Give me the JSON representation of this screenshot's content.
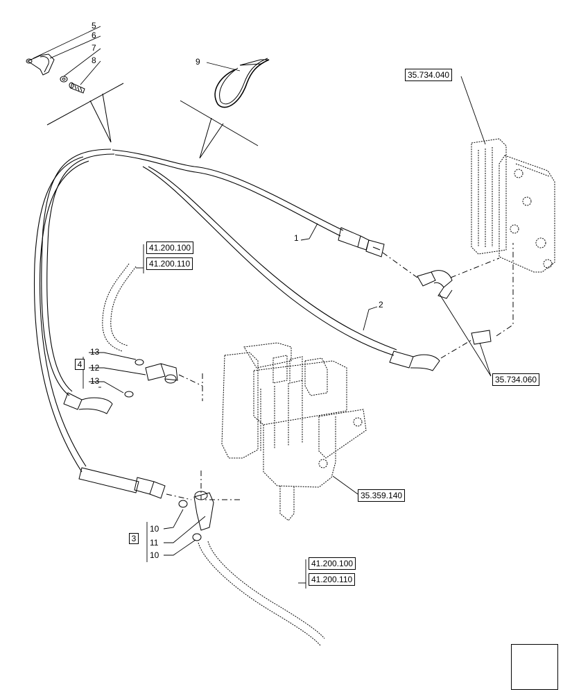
{
  "callouts": {
    "c5": "5",
    "c6": "6",
    "c7": "7",
    "c8": "8",
    "c9": "9",
    "c1": "1",
    "c2": "2",
    "c13a": "13",
    "c12": "12",
    "c13b": "13",
    "c10a": "10",
    "c11": "11",
    "c10b": "10"
  },
  "groups": {
    "g4": "4",
    "g3": "3"
  },
  "refs": {
    "r_35_734_040": "35.734.040",
    "r_41_200_100_top": "41.200.100",
    "r_41_200_110_top": "41.200.110",
    "r_35_734_060": "35.734.060",
    "r_35_359_140": "35.359.140",
    "r_41_200_100_bot": "41.200.100",
    "r_41_200_110_bot": "41.200.110"
  },
  "icons": {
    "nav": "next-page-arrow-icon"
  }
}
